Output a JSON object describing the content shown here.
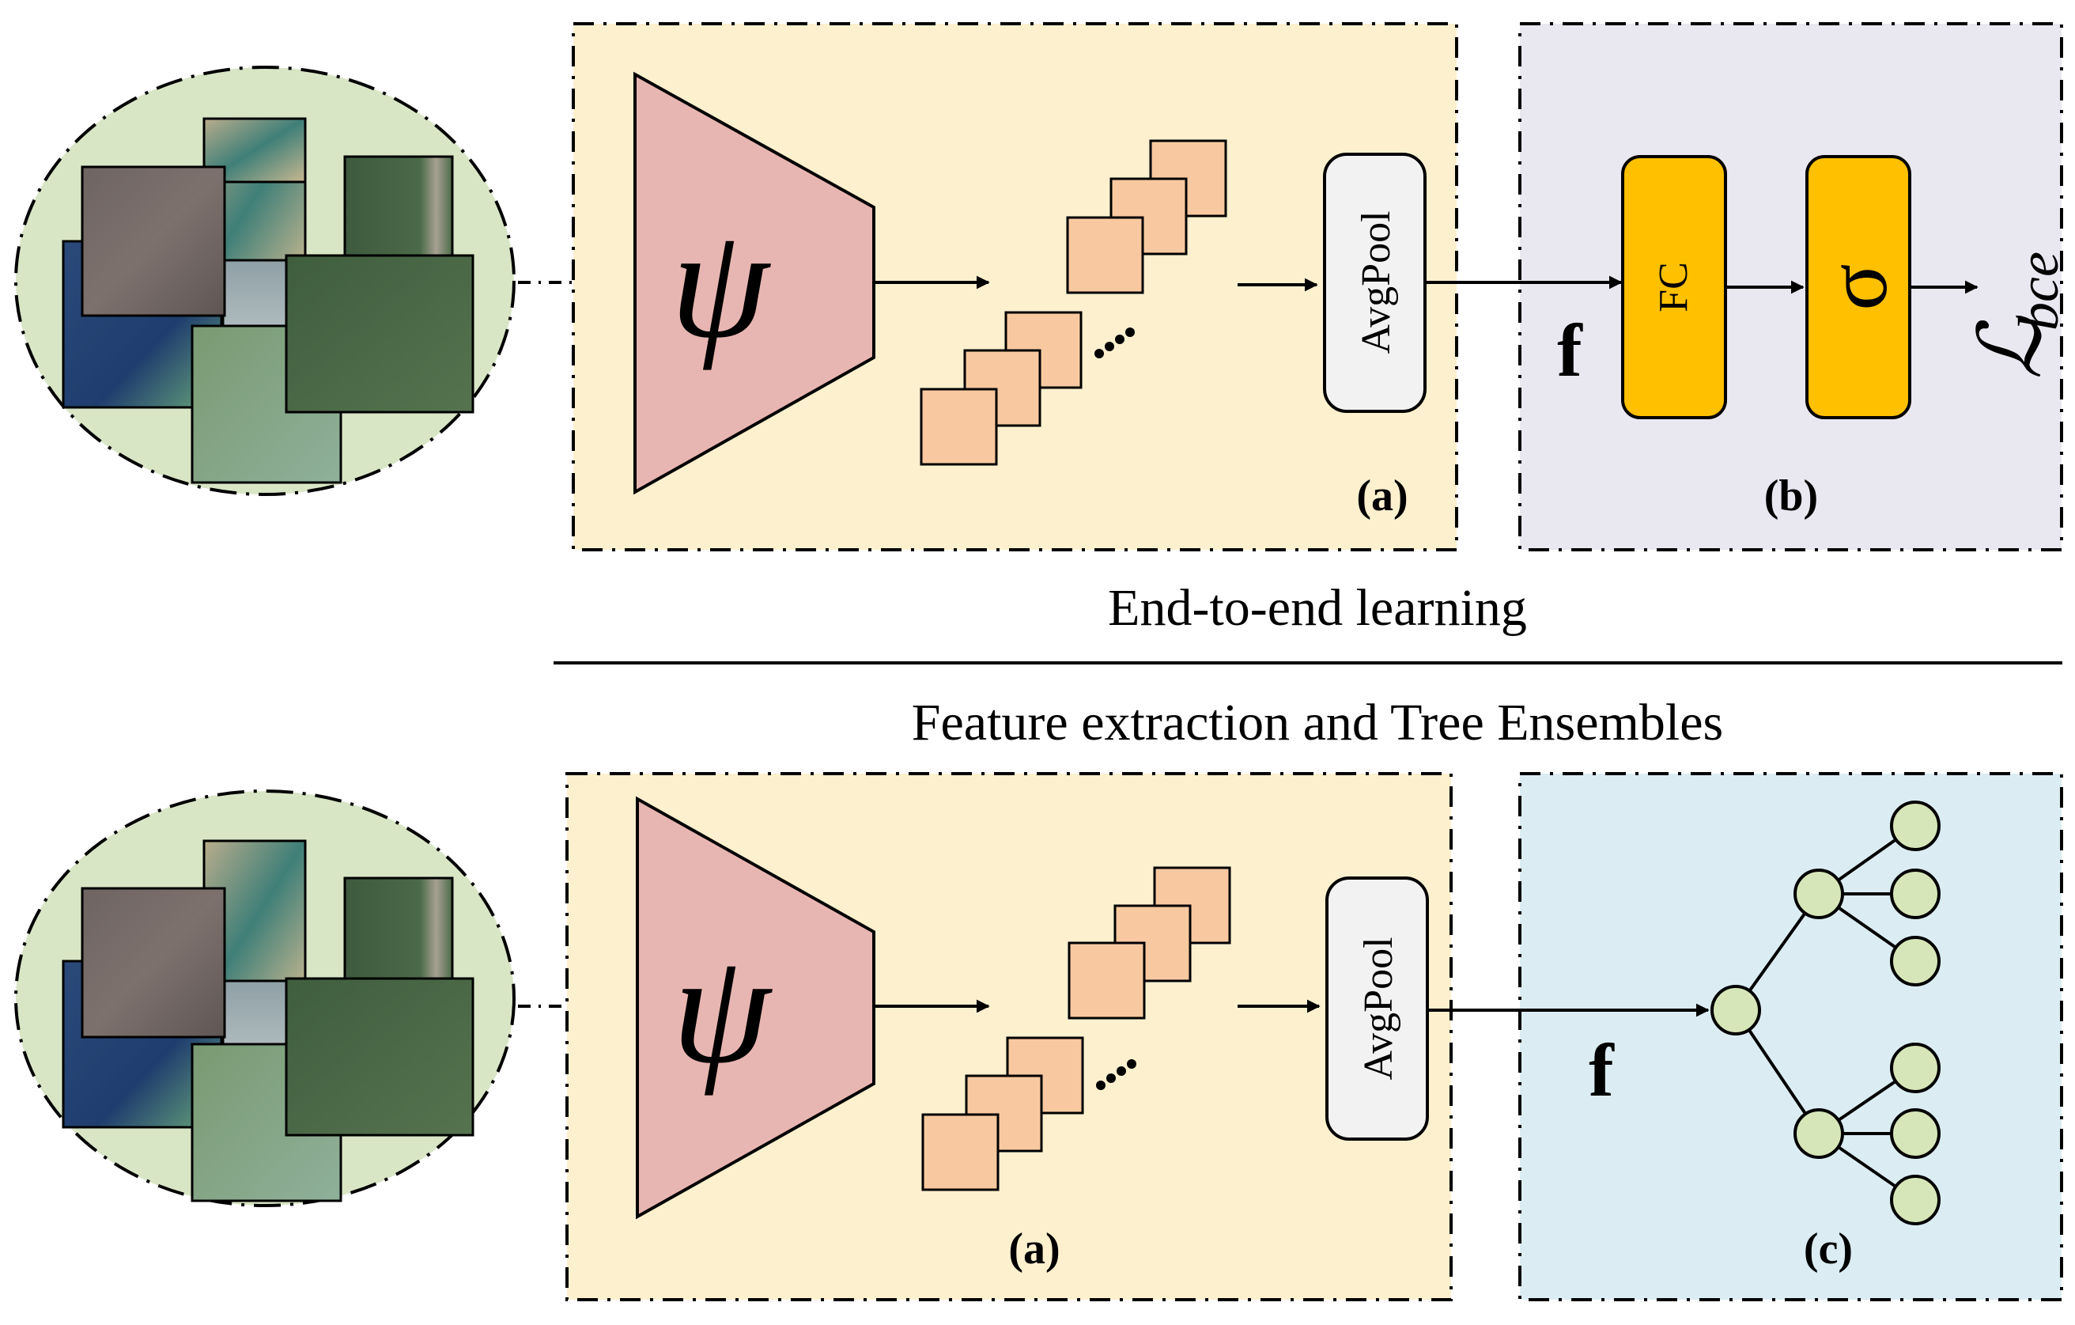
{
  "top_row": {
    "encoder_symbol": "ψ",
    "pool_label": "AvgPool",
    "feature_label": "f",
    "fc_label": "FC",
    "sigmoid_symbol": "σ",
    "loss_symbol": "ℒ",
    "loss_subscript": "bce",
    "panel_a_label": "(a)",
    "panel_b_label": "(b)"
  },
  "section_titles": {
    "upper": "End-to-end learning",
    "lower": "Feature extraction and Tree Ensembles"
  },
  "bottom_row": {
    "encoder_symbol": "ψ",
    "pool_label": "AvgPool",
    "feature_label": "f",
    "panel_a_label": "(a)",
    "panel_c_label": "(c)"
  },
  "colors": {
    "encoder_panel": "#fdf0cf",
    "classifier_panel": "#e9e7f0",
    "tree_panel": "#dbedf3",
    "encoder_fill": "#e8b6b2",
    "feature_map_fill": "#f8c9a0",
    "fc_fill": "#ffc000",
    "tree_node_fill": "#d6e6b8",
    "input_ellipse_fill": "#d9e6c6"
  },
  "icons": [
    "satellite-image-collage",
    "encoder-trapezoid",
    "feature-map-stack",
    "tree-ensemble"
  ]
}
